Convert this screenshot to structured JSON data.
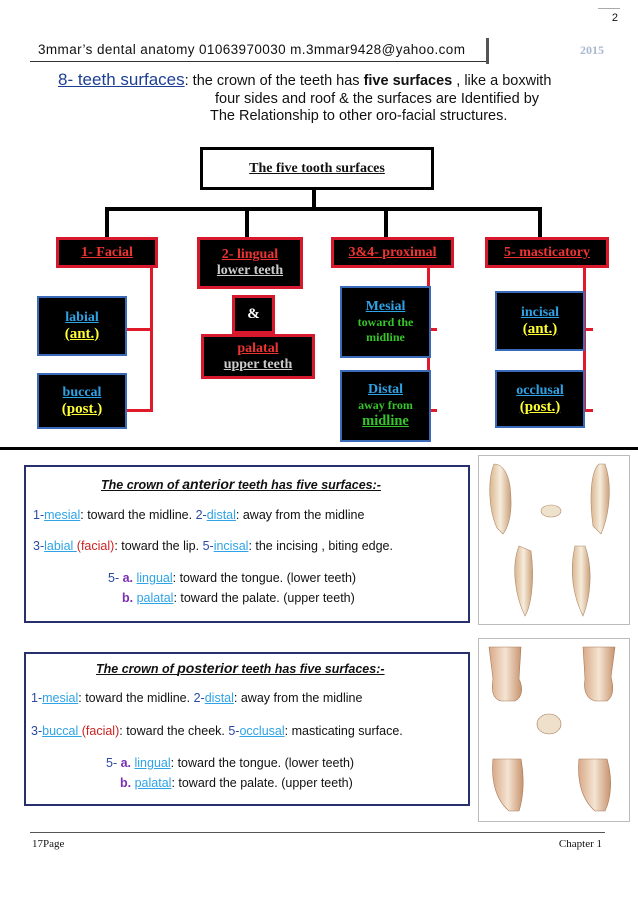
{
  "header": {
    "page_number": "2",
    "text": "3mmar’s  dental  anatomy  01063970030    m.3mmar9428@yahoo.com",
    "year": "2015"
  },
  "intro": {
    "title": "8- teeth surfaces",
    "line1_pre": ": the crown of the teeth has ",
    "line1_bold": "five surfaces",
    "line1_post": " , like a boxwith",
    "line2": "four sides and roof & the surfaces are Identified by",
    "line3": "The Relationship to other oro-facial structures."
  },
  "diagram": {
    "root": "The five tooth surfaces",
    "facial": "1- Facial",
    "labial": "labial",
    "ant": "(ant.)",
    "buccal": "buccal",
    "post": "(post.)",
    "lingual": "2- lingual",
    "lower_teeth": "lower teeth",
    "amp": "&",
    "palatal": "palatal",
    "upper_teeth": "upper teeth",
    "proximal": "3&4- proximal",
    "mesial": "Mesial",
    "toward_the": "toward the",
    "midline1": "midline",
    "distal": "Distal",
    "away_from": "away from",
    "midline2": "midline",
    "masticatory": "5- masticatory",
    "incisal": "incisal",
    "ant2": "(ant.)",
    "occlusal": "occlusal",
    "post2": "(post.)"
  },
  "anterior": {
    "title_pre": "The crown of ",
    "title_big": "anterior",
    "title_post": " teeth has five surfaces:-",
    "r1_n1": "1-",
    "r1_k1": "mesial",
    "r1_t1": ":  toward  the  midline.     ",
    "r1_n2": "2-",
    "r1_k2": "distal",
    "r1_t2": ": away from the midline",
    "r2_n1": "3-",
    "r2_k1": "labial ",
    "r2_f": "(facial)",
    "r2_t1": ":  toward  the  lip.    ",
    "r2_n2": "5-",
    "r2_k2": "incisal",
    "r2_t2": ": the incising , biting edge.",
    "r3_n": "5- ",
    "r3_a": "a. ",
    "r3_k": "lingual",
    "r3_t": ": toward the tongue. (lower teeth)",
    "r4_b": "b. ",
    "r4_k": "palatal",
    "r4_t": ": toward the palate. (upper teeth)"
  },
  "posterior": {
    "title_pre": "The crown of ",
    "title_big": "posterior",
    "title_post": " teeth has five surfaces:-",
    "r1_n1": "1-",
    "r1_k1": "mesial",
    "r1_t1": ":  toward  the  midline.     ",
    "r1_n2": "2-",
    "r1_k2": "distal",
    "r1_t2": ": away from the midline",
    "r2_n1": "3-",
    "r2_k1": "buccal ",
    "r2_f": "(facial)",
    "r2_t1": ":  toward  the  cheek.    ",
    "r2_n2": "5-",
    "r2_k2": "occlusal",
    "r2_t2": ": masticating surface.",
    "r3_n": "5- ",
    "r3_a": "a. ",
    "r3_k": "lingual",
    "r3_t": ": toward the tongue. (lower teeth)",
    "r4_b": "b. ",
    "r4_k": "palatal",
    "r4_t": ": toward the palate. (upper teeth)"
  },
  "footer": {
    "left": "17Page",
    "right": "Chapter 1"
  },
  "colors": {
    "title_blue": "#1d3f93",
    "keyword_cyan": "#2ea3e6",
    "diagram_red": "#d8182d",
    "diagram_yellow": "#ffff33",
    "diagram_green": "#36c42a"
  }
}
